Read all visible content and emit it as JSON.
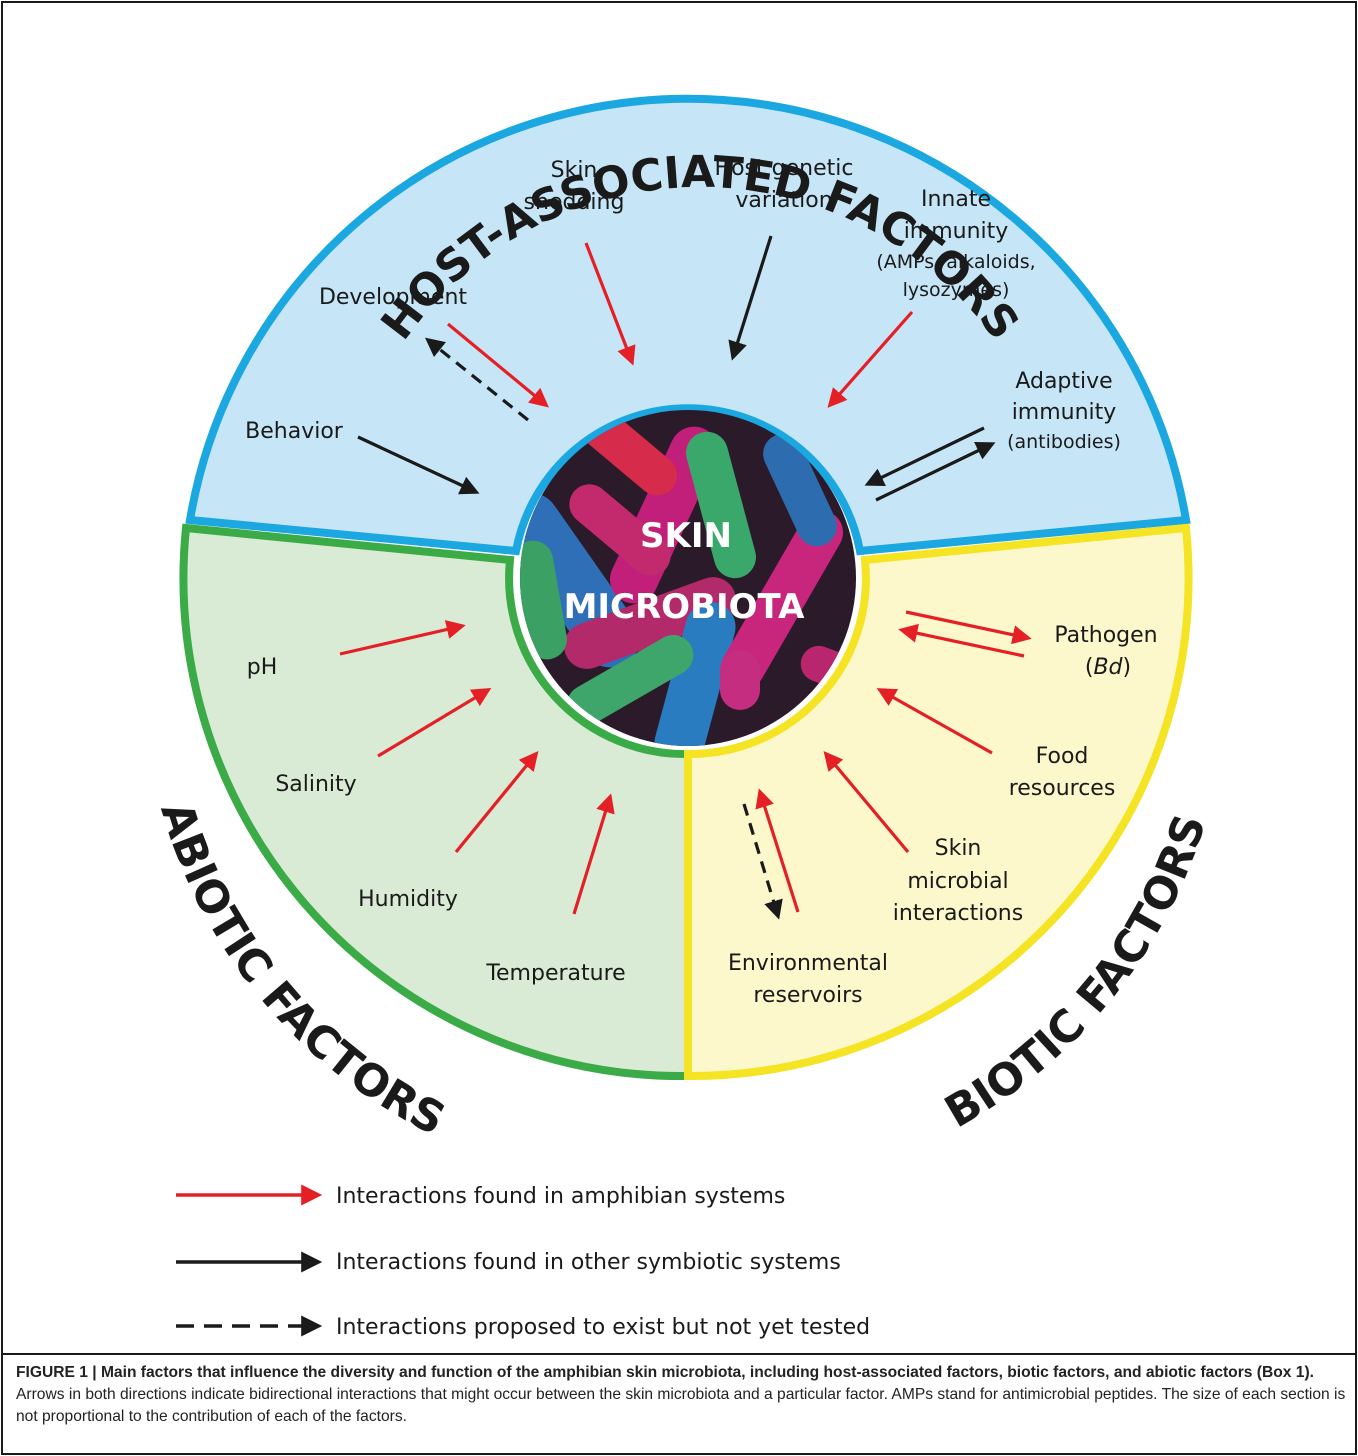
{
  "sections": {
    "host_title": "HOST-ASSOCIATED FACTORS",
    "abiotic_title": "ABIOTIC FACTORS",
    "biotic_title": "BIOTIC FACTORS",
    "center_line1": "SKIN",
    "center_line2": "MICROBIOTA"
  },
  "host_factors": {
    "development": "Development",
    "behavior": "Behavior",
    "skin_shedding": [
      "Skin",
      "shedding"
    ],
    "host_genetic": [
      "Host genetic",
      "variation"
    ],
    "innate": [
      "Innate",
      "immunity",
      "(AMPs, alkaloids,",
      "lysozymes)"
    ],
    "adaptive": [
      "Adaptive",
      "immunity",
      "(antibodies)"
    ]
  },
  "abiotic_factors": {
    "ph": "pH",
    "salinity": "Salinity",
    "humidity": "Humidity",
    "temperature": "Temperature"
  },
  "biotic_factors": {
    "pathogen": "Pathogen",
    "pathogen_abbrev": "Bd",
    "food": [
      "Food",
      "resources"
    ],
    "skin_interactions": [
      "Skin",
      "microbial",
      "interactions"
    ],
    "environmental": [
      "Environmental",
      "reservoirs"
    ]
  },
  "legend": {
    "red": "Interactions found in amphibian systems",
    "black": "Interactions found in other symbiotic systems",
    "dashed": "Interactions proposed to exist but not yet tested"
  },
  "caption": {
    "bold": "FIGURE 1 | Main factors that influence the diversity and function of the amphibian skin microbiota, including host-associated factors, biotic factors, and abiotic factors (Box 1).",
    "text": " Arrows in both directions indicate bidirectional interactions that might occur between the skin microbiota and a particular factor. AMPs stand for antimicrobial peptides. The size of each section is not proportional to the contribution of each of the factors."
  },
  "colors": {
    "host_fill": "#c6e6f7",
    "host_border": "#1ba7e0",
    "abiotic_fill": "#d9ebd4",
    "abiotic_border": "#3bab48",
    "biotic_fill": "#fdf8cc",
    "biotic_border": "#f4e423",
    "red_arrow": "#e41f26",
    "black_arrow": "#1a1a1a"
  },
  "icons": {
    "center_image": "bacteria-micrograph-image"
  }
}
